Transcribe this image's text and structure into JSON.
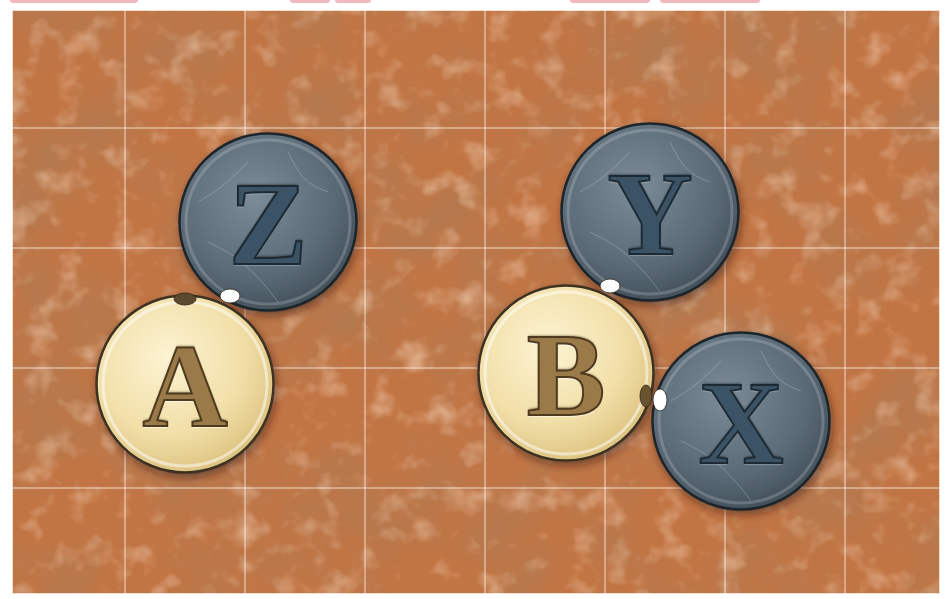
{
  "diagram": {
    "nodes": [
      {
        "text": [
          "Z"
        ]
      },
      {
        "text": [
          "Y"
        ]
      },
      {
        "text": [
          "A"
        ]
      },
      {
        "text": [
          "B"
        ]
      },
      {
        "text": [
          "X"
        ]
      }
    ]
  }
}
